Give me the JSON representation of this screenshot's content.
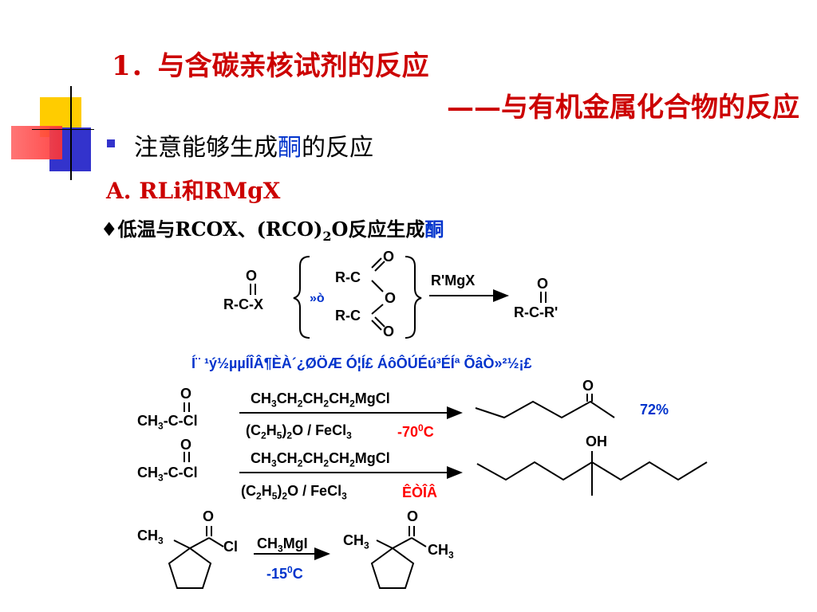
{
  "title": {
    "line1": "1．与含碳亲核试剂的反应",
    "line2": "——与有机金属化合物的反应"
  },
  "bullet": {
    "text_before": "注意能够生成",
    "highlight": "酮",
    "text_after": "的反应"
  },
  "section_a": {
    "label": "A. RLi和RMgX"
  },
  "point": {
    "diamond": "♦",
    "text_before": "低温与RCOX、(RCO)",
    "sub": "2",
    "text_mid": "O反应生成",
    "highlight": "酮"
  },
  "scheme1": {
    "left_o": "O",
    "left_rcx": "R-C-X",
    "or_text": "»ò",
    "anh_top_o": "O",
    "anh_rc1": "R-C",
    "anh_mid_o": "O",
    "anh_rc2": "R-C",
    "anh_bot_o": "O",
    "reagent": "R'MgX",
    "prod_o": "O",
    "prod_rcr": "R-C-R'"
  },
  "garbled_note": "Í¨ ¹ý½µµÍÎÂ¶ÈÀ´¿ØÖÆ Ó¦Í£ ÁôÔÚÉú³ÉÍª ÕâÒ»²½¡£",
  "rxn1": {
    "o": "O",
    "reagent_top": "CH3CH2CH2CH2MgCl",
    "reagent_bottom": "(C2H5)2O / FeCl3",
    "temp": "-70",
    "temp_sup": "0",
    "temp_unit": "C",
    "product_o": "O",
    "yield": "72%"
  },
  "rxn2": {
    "o": "O",
    "reagent_top": "CH3CH2CH2CH2MgCl",
    "reagent_bottom": "(C2H5)2O / FeCl3",
    "temp": "ÊÒÎÂ",
    "product_oh": "OH"
  },
  "rxn3": {
    "sm_ch3": "CH3",
    "sm_o": "O",
    "sm_cl": "Cl",
    "reagent": "CH3MgI",
    "temp": "-15",
    "temp_sup": "0",
    "temp_unit": "C",
    "prod_ch3": "CH3",
    "prod_o": "O",
    "prod_ch3b": "CH3"
  },
  "colors": {
    "title": "#cc0000",
    "highlight": "#0033cc",
    "red": "#ff0000",
    "yield": "#0033cc",
    "deco_yellow": "#ffcc00",
    "deco_blue": "#3333cc",
    "deco_red": "#ff3333"
  }
}
